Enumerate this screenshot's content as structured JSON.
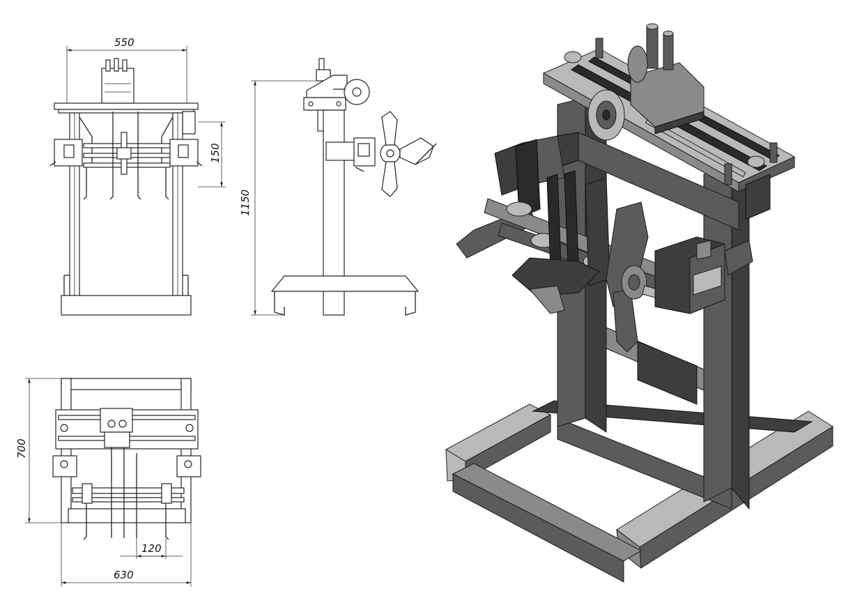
{
  "dimensions": {
    "front_width": "550",
    "front_block_height": "150",
    "side_height": "1150",
    "top_depth": "700",
    "top_offset": "120",
    "top_width": "630"
  },
  "colors": {
    "line": "#222222",
    "steel_mid": "#5b5b5b",
    "steel_dark": "#2a2a2a",
    "steel_light": "#b9b9b9"
  }
}
